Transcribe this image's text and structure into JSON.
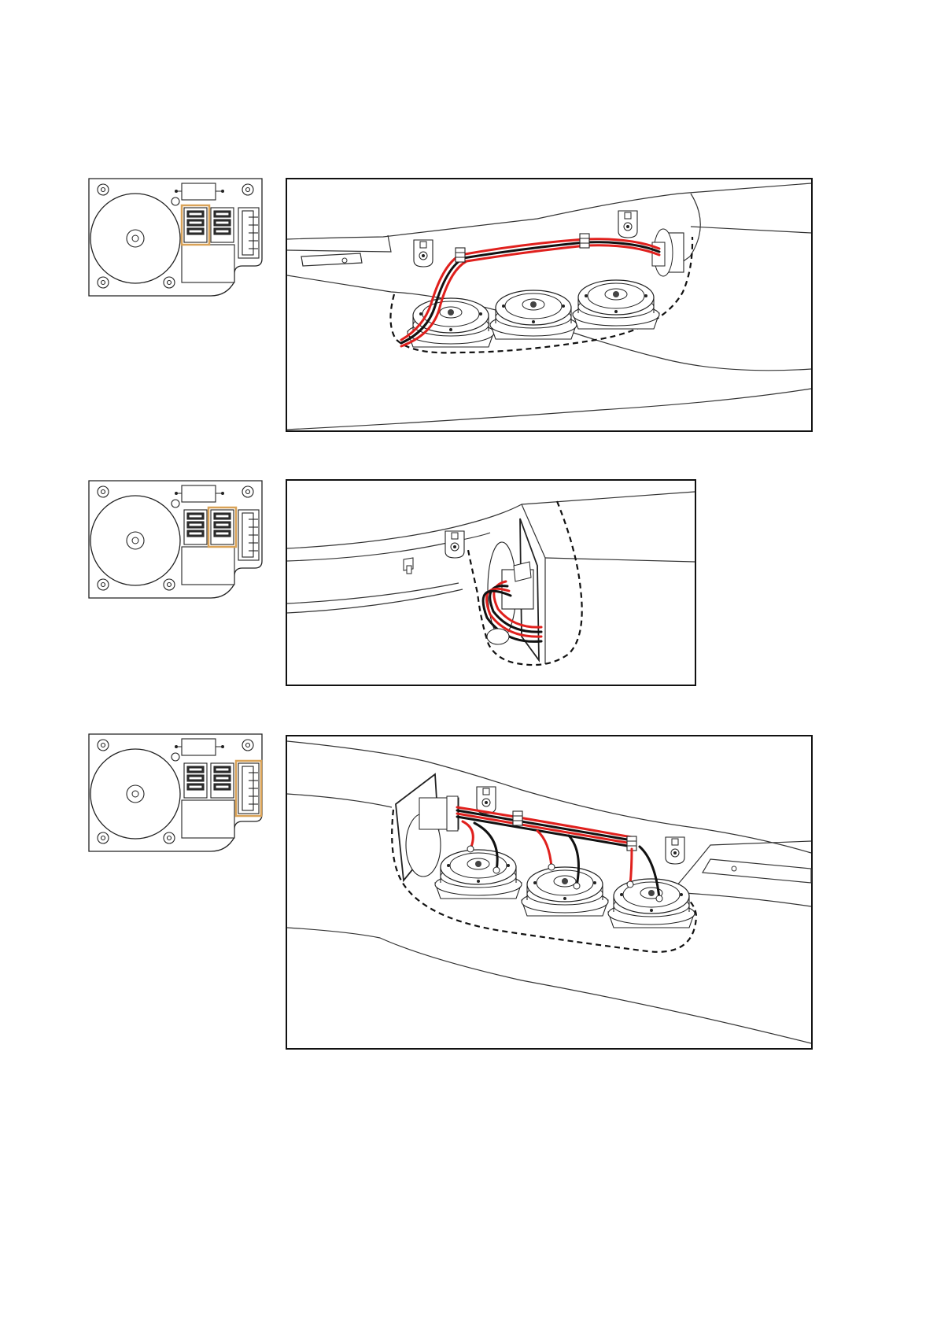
{
  "steps": [
    {
      "id": 1,
      "highlight_connector": "left-connector-block"
    },
    {
      "id": 2,
      "highlight_connector": "middle-connector-block"
    },
    {
      "id": 3,
      "highlight_connector": "right-connector-strip"
    }
  ],
  "colors": {
    "highlight": "#d9a257",
    "wire_red": "#e0201d",
    "wire_black": "#111111",
    "line": "#333333"
  }
}
